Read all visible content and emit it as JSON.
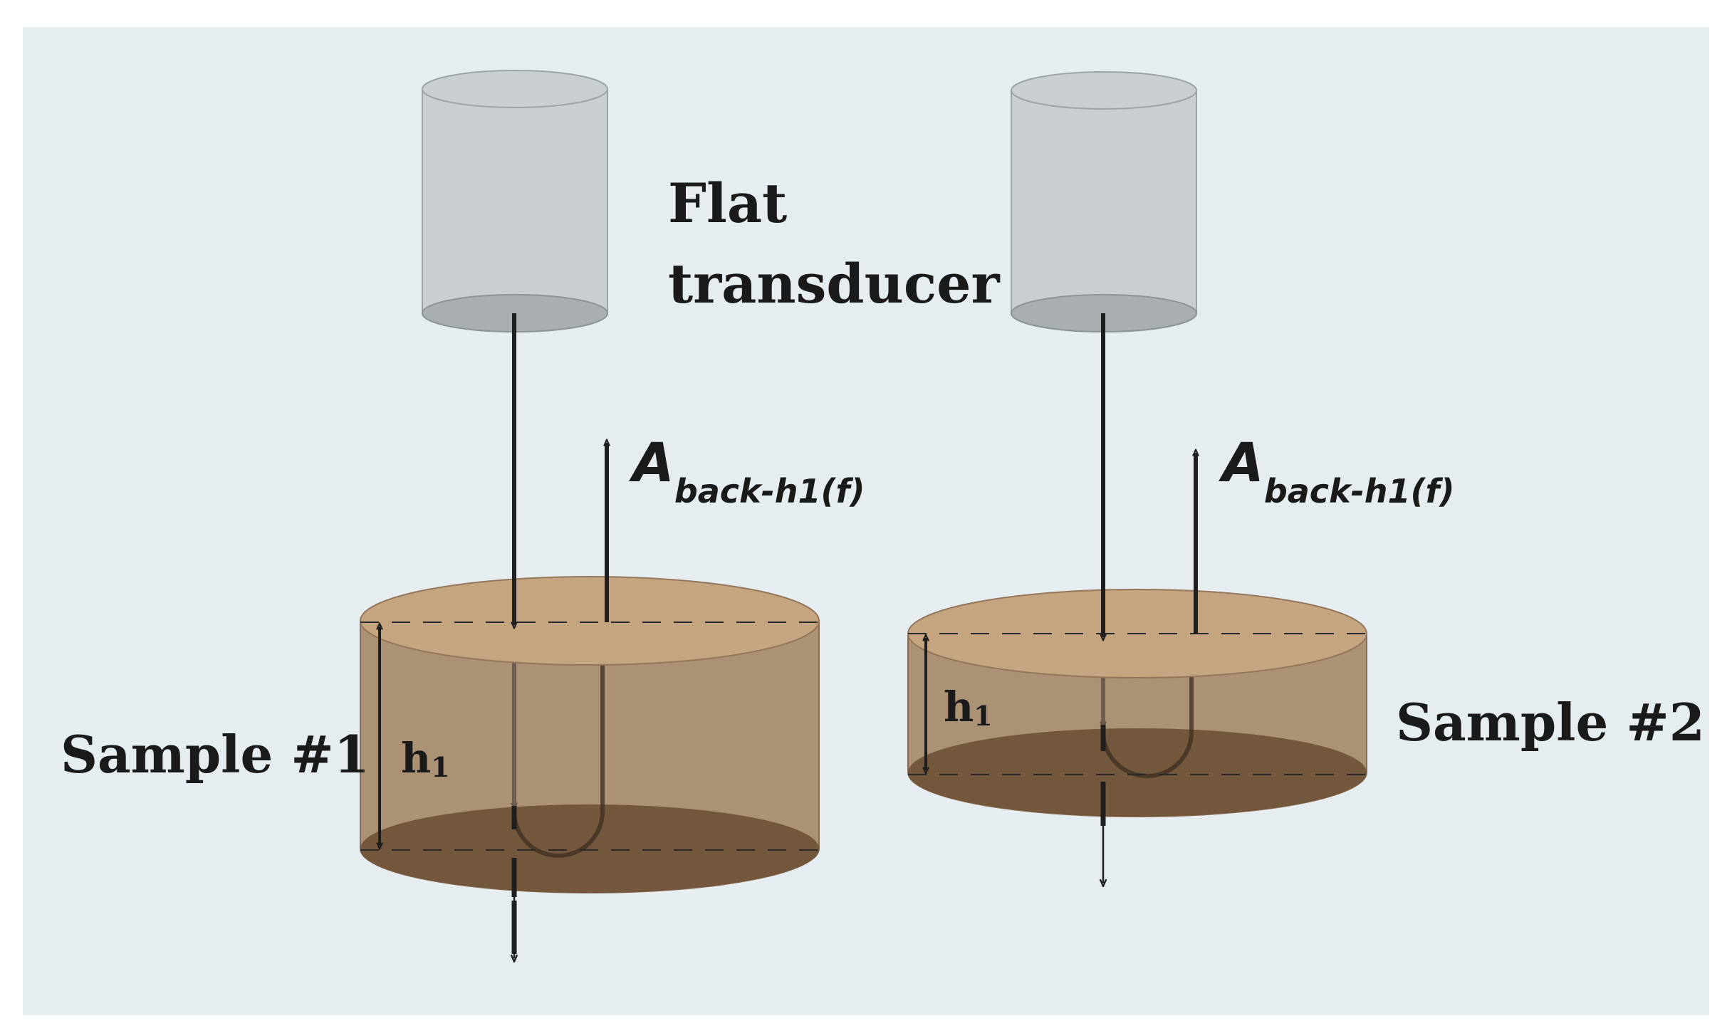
{
  "labels": {
    "transducer_line1": "Flat",
    "transducer_line2": "transducer",
    "echo_symbol": "A",
    "echo_subscript": "back-h1(f)",
    "thickness_symbol": "h",
    "thickness_subscript": "1",
    "sample1": "Sample #1",
    "sample2": "Sample #2"
  },
  "colors": {
    "background": "#e5edf1",
    "transducer_body": "#c9ced1",
    "transducer_bottom": "#a9aeb1",
    "sample_side": "#a88b6c",
    "sample_top": "#c5a57f",
    "sample_bottom": "#6a4e34",
    "arrow": "#1f1f1f"
  }
}
